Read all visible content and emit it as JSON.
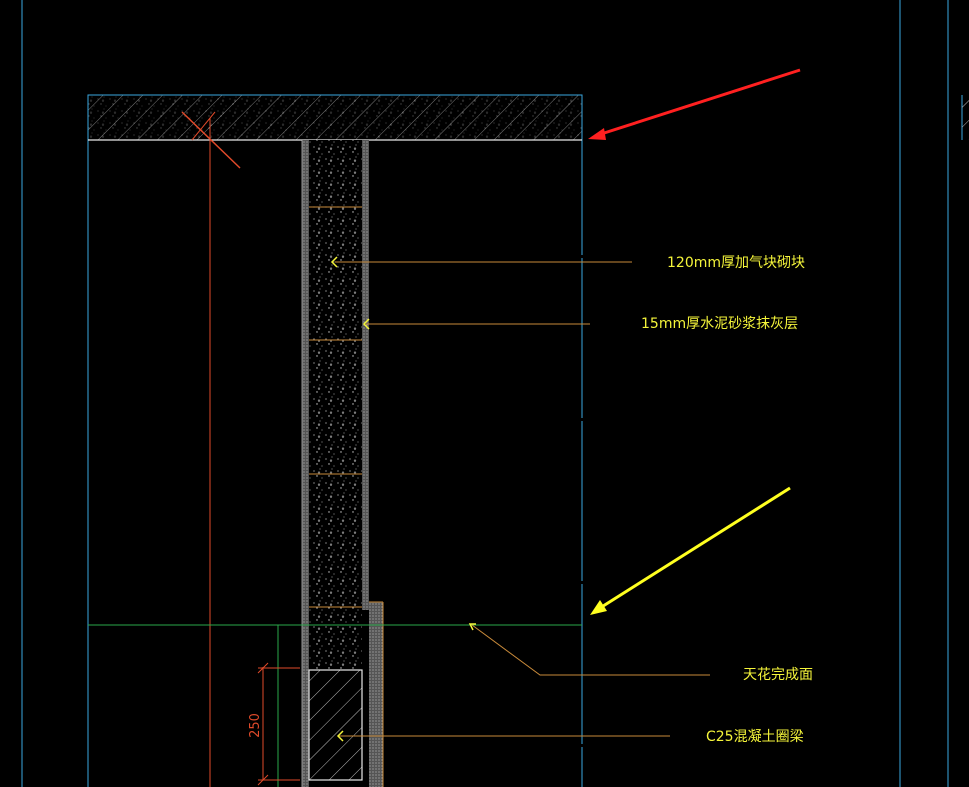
{
  "drawing": {
    "annotations": [
      {
        "id": "aac-block",
        "text": "120mm厚加气块砌块"
      },
      {
        "id": "plaster",
        "text": "15mm厚水泥砂浆抹灰层"
      },
      {
        "id": "ceiling",
        "text": "天花完成面"
      },
      {
        "id": "ring-beam",
        "text": "C25混凝土圈梁"
      }
    ],
    "dimension": {
      "text": "250"
    },
    "colors": {
      "background": "#000000",
      "cyan": "#3aa7e0",
      "red": "#e04a2a",
      "green": "#2aa84a",
      "yellow": "#f5f53a",
      "white": "#e8e8e8",
      "leader": "#c88a3a",
      "arrow_red": "#ff2020",
      "arrow_yellow": "#ffff20"
    }
  }
}
